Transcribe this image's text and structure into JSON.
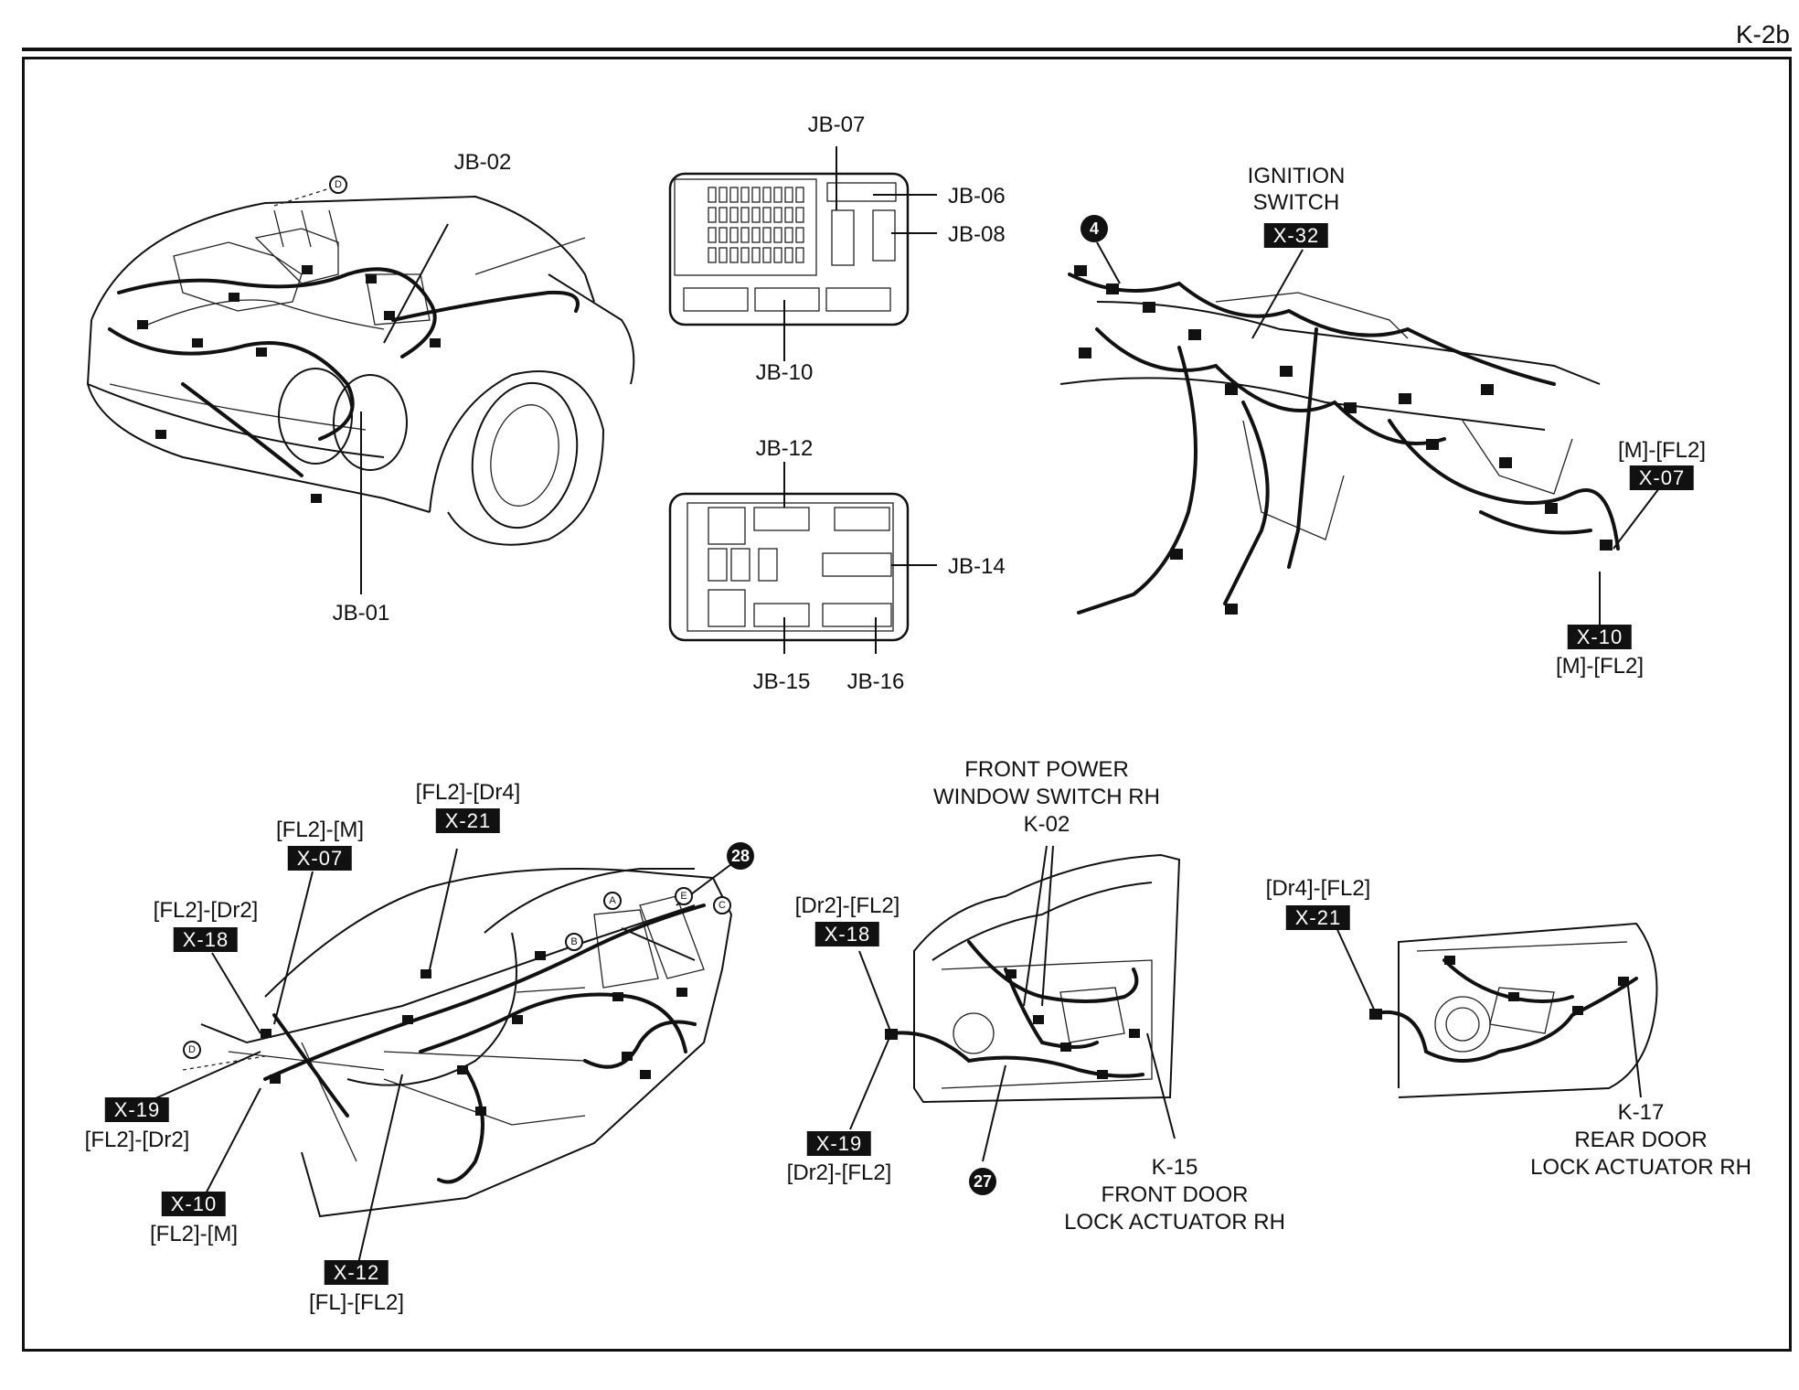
{
  "page_code": "K-2b",
  "engine_labels": {
    "jb02": "JB-02",
    "jb01": "JB-01",
    "marker_d": "D"
  },
  "junction_block_a": {
    "jb07": "JB-07",
    "jb06": "JB-06",
    "jb08": "JB-08",
    "jb10": "JB-10"
  },
  "junction_block_b": {
    "jb12": "JB-12",
    "jb14": "JB-14",
    "jb15": "JB-15",
    "jb16": "JB-16"
  },
  "dashboard": {
    "ignition_title_1": "IGNITION",
    "ignition_title_2": "SWITCH",
    "x32": "X-32",
    "ground_4": "4",
    "m_fl2_top": "[M]-[FL2]",
    "x07": "X-07",
    "x10": "X-10",
    "m_fl2_bottom": "[M]-[FL2]"
  },
  "body": {
    "fl2_dr4": "[FL2]-[Dr4]",
    "x21": "X-21",
    "fl2_m": "[FL2]-[M]",
    "x07": "X-07",
    "fl2_dr2": "[FL2]-[Dr2]",
    "x18": "X-18",
    "ground_28": "28",
    "x19": "X-19",
    "fl2_dr2_b": "[FL2]-[Dr2]",
    "x10": "X-10",
    "fl2_m_b": "[FL2]-[M]",
    "x12": "X-12",
    "fl_fl2": "[FL]-[FL2]",
    "marker_a": "A",
    "marker_b": "B",
    "marker_c": "C",
    "marker_d": "D",
    "marker_e": "E"
  },
  "front_door": {
    "title_1": "FRONT POWER",
    "title_2": "WINDOW SWITCH RH",
    "k02": "K-02",
    "dr2_fl2": "[Dr2]-[FL2]",
    "x18": "X-18",
    "x19": "X-19",
    "dr2_fl2_b": "[Dr2]-[FL2]",
    "ground_27": "27",
    "k15": "K-15",
    "k15_desc_1": "FRONT DOOR",
    "k15_desc_2": "LOCK ACTUATOR RH"
  },
  "rear_door": {
    "dr4_fl2": "[Dr4]-[FL2]",
    "x21": "X-21",
    "k17": "K-17",
    "k17_desc_1": "REAR DOOR",
    "k17_desc_2": "LOCK ACTUATOR RH"
  }
}
